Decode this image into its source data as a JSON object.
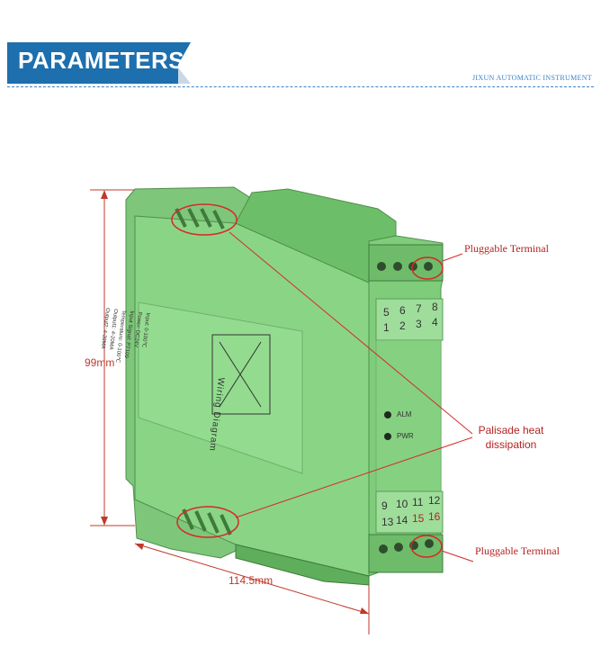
{
  "header": {
    "title": "PARAMETERS",
    "brand": "JIXUN AUTOMATIC INSTRUMENT"
  },
  "callouts": {
    "top_terminal": "Pluggable Terminal",
    "bottom_terminal": "Pluggable Terminal",
    "heat_line1": "Palisade heat",
    "heat_line2": "dissipation"
  },
  "dimensions": {
    "height": "99mm",
    "length": "114.5mm"
  },
  "terminals": {
    "top_row1": [
      "5",
      "6",
      "7",
      "8"
    ],
    "top_row2": [
      "1",
      "2",
      "3",
      "4"
    ],
    "bottom_row1": [
      "9",
      "10",
      "11",
      "12"
    ],
    "bottom_row2": [
      "13",
      "14",
      "15",
      "16"
    ]
  },
  "leds": {
    "alarm": "ALM",
    "power": "PWR"
  },
  "label_panel": {
    "title": "Wiring Diagram",
    "lines": [
      "Input: 0-100℃",
      "Power: DC24V",
      "Input Signal: PT100",
      "Temperature: 0-100℃",
      "Output1: 4-20MA",
      "Output2: 4-20MA"
    ]
  }
}
